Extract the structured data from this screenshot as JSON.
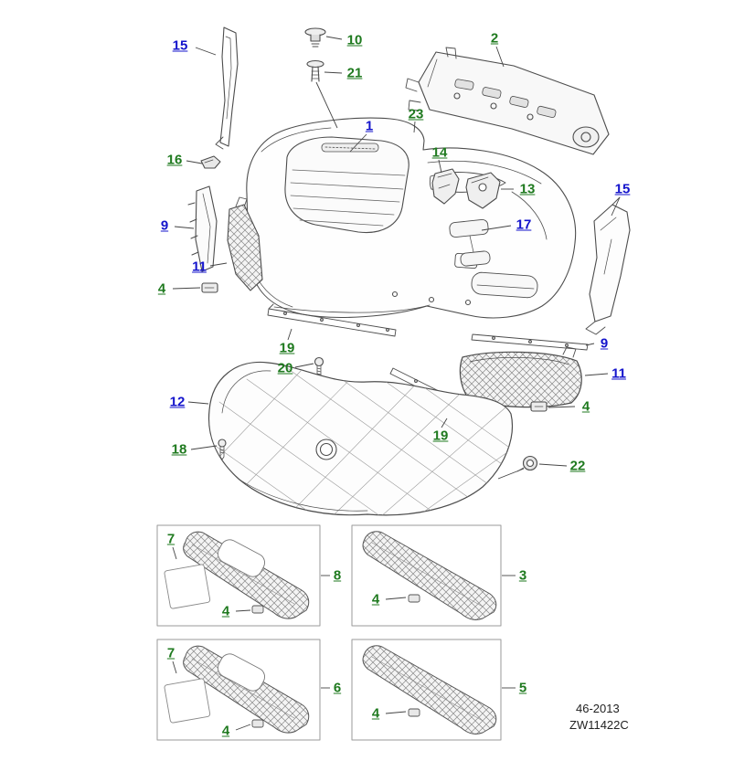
{
  "figure": {
    "description": "Exploded parts diagram - front bumper and grille assembly",
    "footer": {
      "date_code": "46-2013",
      "drawing_code": "ZW11422C"
    }
  },
  "colors": {
    "callout_green": "#1f7a1f",
    "callout_blue": "#1414cc",
    "line": "#4d4d4d"
  },
  "callouts": [
    {
      "label": "15",
      "color": "blue"
    },
    {
      "label": "10",
      "color": "green"
    },
    {
      "label": "21",
      "color": "green"
    },
    {
      "label": "2",
      "color": "green"
    },
    {
      "label": "23",
      "color": "green"
    },
    {
      "label": "1",
      "color": "blue"
    },
    {
      "label": "14",
      "color": "green"
    },
    {
      "label": "13",
      "color": "green"
    },
    {
      "label": "16",
      "color": "green"
    },
    {
      "label": "9",
      "color": "blue"
    },
    {
      "label": "17",
      "color": "blue"
    },
    {
      "label": "15",
      "color": "blue"
    },
    {
      "label": "11",
      "color": "blue"
    },
    {
      "label": "4",
      "color": "green"
    },
    {
      "label": "19",
      "color": "green"
    },
    {
      "label": "20",
      "color": "green"
    },
    {
      "label": "9",
      "color": "blue"
    },
    {
      "label": "11",
      "color": "blue"
    },
    {
      "label": "12",
      "color": "blue"
    },
    {
      "label": "4",
      "color": "green"
    },
    {
      "label": "19",
      "color": "green"
    },
    {
      "label": "18",
      "color": "green"
    },
    {
      "label": "22",
      "color": "green"
    },
    {
      "label": "7",
      "color": "green"
    },
    {
      "label": "8",
      "color": "green"
    },
    {
      "label": "4",
      "color": "green"
    },
    {
      "label": "3",
      "color": "green"
    },
    {
      "label": "4",
      "color": "green"
    },
    {
      "label": "7",
      "color": "green"
    },
    {
      "label": "6",
      "color": "green"
    },
    {
      "label": "4",
      "color": "green"
    },
    {
      "label": "5",
      "color": "green"
    },
    {
      "label": "4",
      "color": "green"
    }
  ]
}
